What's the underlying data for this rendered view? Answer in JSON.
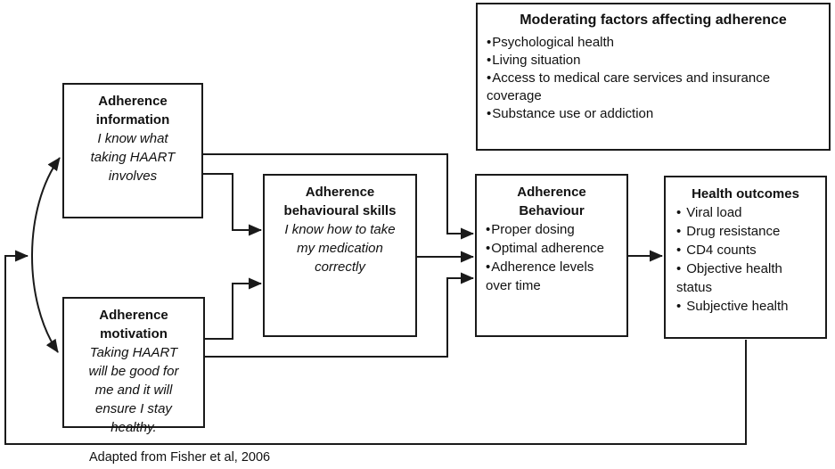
{
  "bullet": "•",
  "caption": "Adapted from Fisher et al, 2006",
  "colors": {
    "line": "#1a1a1a",
    "background": "#ffffff",
    "text": "#111111"
  },
  "boxes": {
    "moderating_factors": {
      "title": "Moderating factors affecting adherence",
      "items": [
        "Psychological health",
        "Living situation",
        "Access to medical care services and insurance coverage",
        "Substance use or addiction"
      ]
    },
    "adherence_information": {
      "title": "Adherence\ninformation",
      "quote": "I know what\ntaking HAART\ninvolves"
    },
    "adherence_motivation": {
      "title": "Adherence\nmotivation",
      "quote": "Taking HAART\nwill be good for\nme and it will\nensure I stay\nhealthy."
    },
    "behavioural_skills": {
      "title": "Adherence\nbehavioural skills",
      "quote": "I know how to take\nmy medication\ncorrectly"
    },
    "adherence_behaviour": {
      "title": "Adherence\nBehaviour",
      "items": [
        "Proper dosing",
        "Optimal adherence",
        "Adherence levels over time"
      ]
    },
    "health_outcomes": {
      "title": "Health outcomes",
      "items": [
        "Viral load",
        "Drug resistance",
        "CD4 counts",
        "Objective health status",
        "Subjective health"
      ]
    }
  }
}
